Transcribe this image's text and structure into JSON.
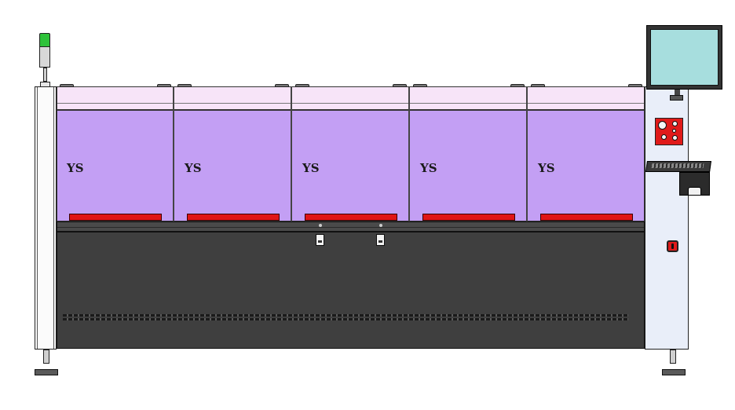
{
  "machine": {
    "zones": [
      {
        "label": "YS"
      },
      {
        "label": "YS"
      },
      {
        "label": "YS"
      },
      {
        "label": "YS"
      },
      {
        "label": "YS"
      }
    ],
    "colors": {
      "zone_panel": "#c39ff4",
      "top_strip": "#f7e4f8",
      "zone_tab": "#e01515",
      "lower_body": "#3f3f3f",
      "control_column": "#e9eef9",
      "monitor_screen": "#a7dede",
      "signal_light": "#2ec23a"
    },
    "icons": [
      "signal-tower-icon",
      "monitor-icon",
      "keyboard-icon",
      "emergency-stop-icon",
      "control-buttons-icon"
    ]
  }
}
